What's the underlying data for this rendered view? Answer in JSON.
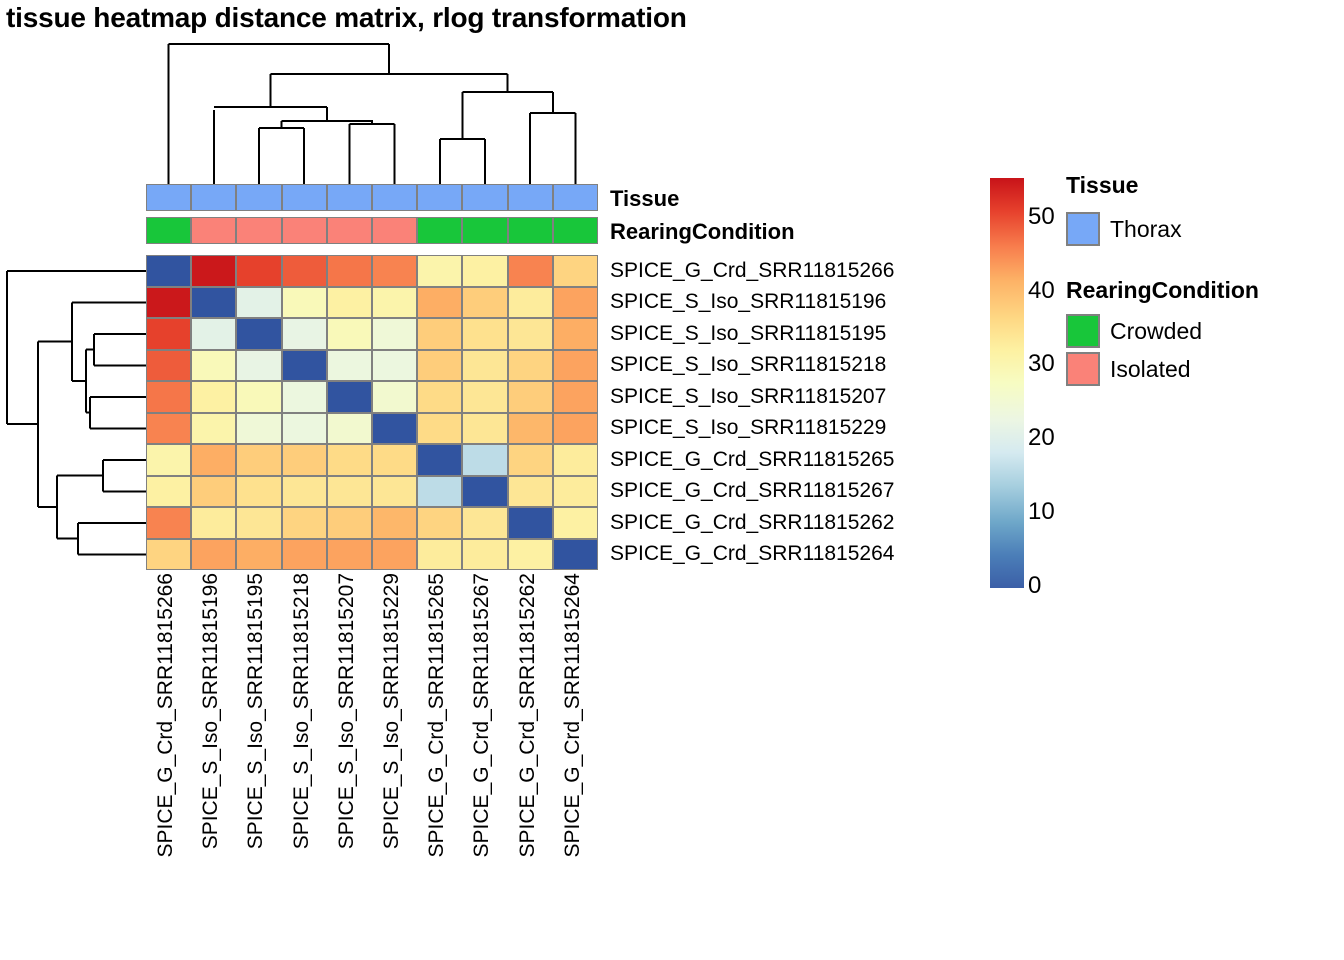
{
  "title": "tissue heatmap distance matrix, rlog transformation",
  "annotations": {
    "tissue_label": "Tissue",
    "rearing_label": "RearingCondition",
    "tissue_values": [
      "Thorax",
      "Thorax",
      "Thorax",
      "Thorax",
      "Thorax",
      "Thorax",
      "Thorax",
      "Thorax",
      "Thorax",
      "Thorax"
    ],
    "rearing_values": [
      "Crowded",
      "Isolated",
      "Isolated",
      "Isolated",
      "Isolated",
      "Isolated",
      "Crowded",
      "Crowded",
      "Crowded",
      "Crowded"
    ]
  },
  "legends": [
    {
      "title": "Tissue",
      "items": [
        {
          "label": "Thorax",
          "color": "#77A8F7"
        }
      ]
    },
    {
      "title": "RearingCondition",
      "items": [
        {
          "label": "Crowded",
          "color": "#18C63A"
        },
        {
          "label": "Isolated",
          "color": "#FA8278"
        }
      ]
    }
  ],
  "colorbar": {
    "ticks": [
      "50",
      "40",
      "30",
      "20",
      "10",
      "0"
    ],
    "min": 0,
    "max": 55.5,
    "low_color": "#3B5FA7",
    "mid_color": "#F7FCC2",
    "high_color": "#C81319"
  },
  "chart_data": {
    "type": "heatmap",
    "title": "tissue heatmap distance matrix, rlog transformation",
    "xlabel": "",
    "ylabel": "",
    "grid": true,
    "legend_position": "right",
    "zlim": [
      0,
      55.5
    ],
    "colormap": "RdYlBu reversed",
    "categories": [
      "SPICE_G_Crd_SRR11815266",
      "SPICE_S_Iso_SRR11815196",
      "SPICE_S_Iso_SRR11815195",
      "SPICE_S_Iso_SRR11815218",
      "SPICE_S_Iso_SRR11815207",
      "SPICE_S_Iso_SRR11815229",
      "SPICE_G_Crd_SRR11815265",
      "SPICE_G_Crd_SRR11815267",
      "SPICE_G_Crd_SRR11815262",
      "SPICE_G_Crd_SRR11815264"
    ],
    "row_labels": [
      "SPICE_G_Crd_SRR11815266",
      "SPICE_S_Iso_SRR11815196",
      "SPICE_S_Iso_SRR11815195",
      "SPICE_S_Iso_SRR11815218",
      "SPICE_S_Iso_SRR11815207",
      "SPICE_S_Iso_SRR11815229",
      "SPICE_G_Crd_SRR11815265",
      "SPICE_G_Crd_SRR11815267",
      "SPICE_G_Crd_SRR11815262",
      "SPICE_G_Crd_SRR11815264"
    ],
    "column_labels": [
      "SPICE_G_Crd_SRR11815266",
      "SPICE_S_Iso_SRR11815196",
      "SPICE_S_Iso_SRR11815195",
      "SPICE_S_Iso_SRR11815218",
      "SPICE_S_Iso_SRR11815207",
      "SPICE_S_Iso_SRR11815229",
      "SPICE_G_Crd_SRR11815265",
      "SPICE_G_Crd_SRR11815267",
      "SPICE_G_Crd_SRR11815262",
      "SPICE_G_Crd_SRR11815264"
    ],
    "values": [
      [
        0.0,
        55.0,
        51.0,
        49.0,
        47.0,
        46.0,
        31.0,
        32.0,
        46.0,
        37.0
      ],
      [
        55.0,
        0.0,
        22.0,
        29.0,
        32.0,
        31.0,
        42.0,
        38.0,
        33.0,
        43.0
      ],
      [
        51.0,
        22.0,
        0.0,
        23.0,
        29.0,
        25.0,
        38.0,
        35.0,
        34.0,
        42.0
      ],
      [
        49.0,
        29.0,
        23.0,
        0.0,
        24.0,
        24.0,
        38.0,
        34.0,
        37.0,
        43.0
      ],
      [
        47.0,
        32.0,
        29.0,
        24.0,
        0.0,
        26.0,
        36.0,
        34.0,
        38.0,
        43.0
      ],
      [
        46.0,
        31.0,
        25.0,
        24.0,
        26.0,
        0.0,
        36.0,
        34.0,
        41.0,
        43.0
      ],
      [
        31.0,
        42.0,
        38.0,
        38.0,
        36.0,
        36.0,
        0.0,
        17.0,
        37.0,
        33.0
      ],
      [
        32.0,
        38.0,
        35.0,
        34.0,
        34.0,
        34.0,
        17.0,
        0.0,
        34.0,
        33.0
      ],
      [
        46.0,
        33.0,
        34.0,
        37.0,
        38.0,
        41.0,
        37.0,
        34.0,
        0.0,
        32.0
      ],
      [
        37.0,
        43.0,
        42.0,
        43.0,
        43.0,
        43.0,
        33.0,
        33.0,
        32.0,
        0.0
      ]
    ]
  }
}
